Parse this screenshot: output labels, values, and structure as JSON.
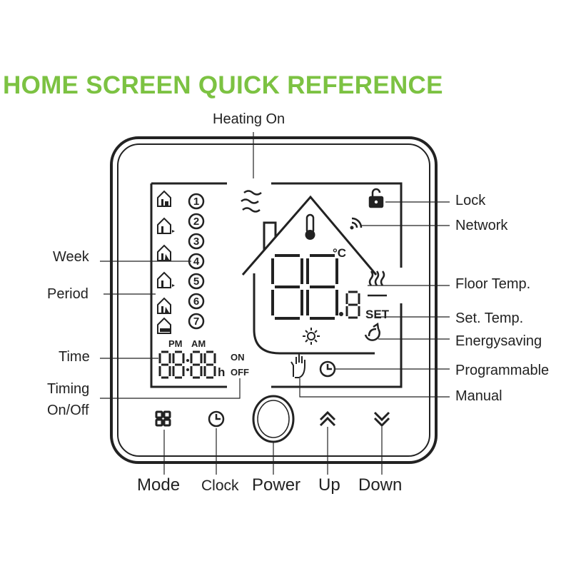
{
  "title": "HOME SCREEN QUICK REFERENCE",
  "colors": {
    "title": "#7cc242",
    "line": "#222222",
    "background": "#ffffff"
  },
  "callouts": {
    "heating_on": "Heating On",
    "lock": "Lock",
    "network": "Network",
    "week": "Week",
    "period": "Period",
    "floor_temp": "Floor Temp.",
    "set_temp": "Set. Temp.",
    "energysaving": "Energysaving",
    "time": "Time",
    "programmable": "Programmable",
    "timing_on_off_line1": "Timing",
    "timing_on_off_line2": "On/Off",
    "manual": "Manual"
  },
  "buttons": {
    "mode": "Mode",
    "clock": "Clock",
    "power": "Power",
    "up": "Up",
    "down": "Down"
  },
  "display": {
    "days": [
      "1",
      "2",
      "3",
      "4",
      "5",
      "6",
      "7"
    ],
    "pm": "PM",
    "am": "AM",
    "time_digits": "88:88",
    "hour_unit": "h",
    "on": "ON",
    "off": "OFF",
    "temp_digits": "88",
    "temp_decimal": ".8",
    "unit": "°C",
    "set": "SET"
  },
  "icons": [
    "heating-waves-icon",
    "lock-icon",
    "wifi-icon",
    "thermometer-icon",
    "floor-heat-icon",
    "sun-icon",
    "leaf-icon",
    "hand-icon",
    "clock-icon",
    "mode-grid-icon",
    "power-icon",
    "chevron-up-icon",
    "chevron-down-icon",
    "house-period-icon"
  ]
}
